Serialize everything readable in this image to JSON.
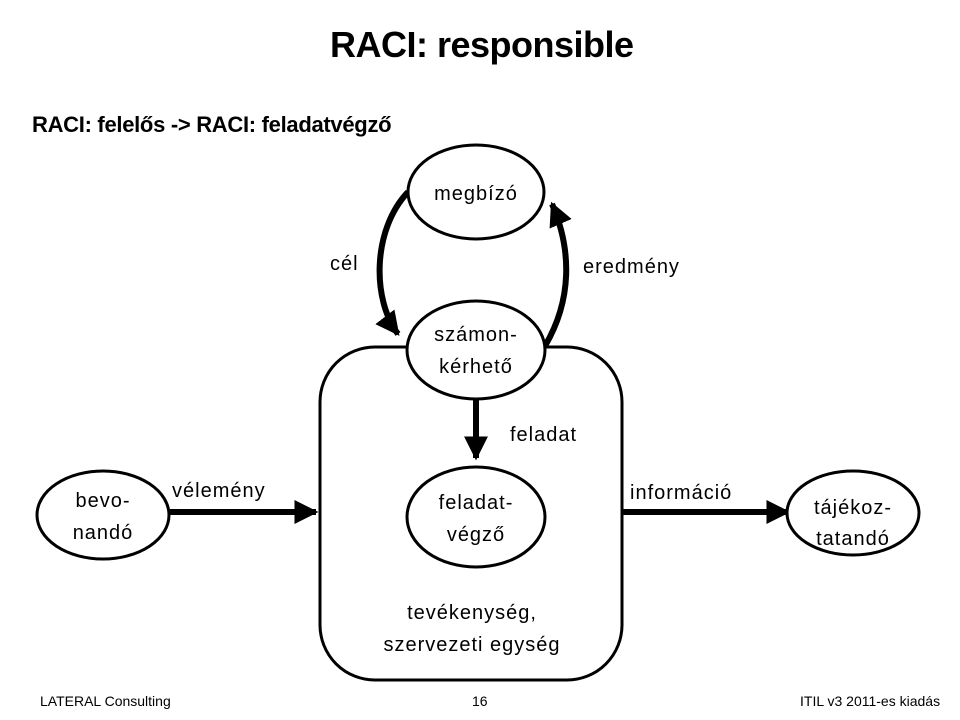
{
  "slide": {
    "title": "RACI: responsible",
    "subtitle": "RACI: felelős -> RACI: feladatvégző"
  },
  "diagram": {
    "nodes": {
      "megbizo": {
        "label": "megbízó"
      },
      "szamonkerheto": {
        "lines": [
          "számon-",
          "kérhető"
        ]
      },
      "feladatvegzo": {
        "lines": [
          "feladat-",
          "végző"
        ]
      },
      "bevonando": {
        "lines": [
          "bevo-",
          "nandó"
        ]
      },
      "tajekoztatando": {
        "lines": [
          "tájékoz-",
          "tatandó"
        ]
      }
    },
    "edges": {
      "cel": "cél",
      "eredmeny": "eredmény",
      "feladat": "feladat",
      "velemeny": "vélemény",
      "informacio": "információ"
    },
    "container": {
      "lines": [
        "tevékenység,",
        "szervezeti egység"
      ]
    }
  },
  "footer": {
    "left": "LATERAL Consulting",
    "page": "16",
    "right": "ITIL v3 2011-es kiadás"
  }
}
